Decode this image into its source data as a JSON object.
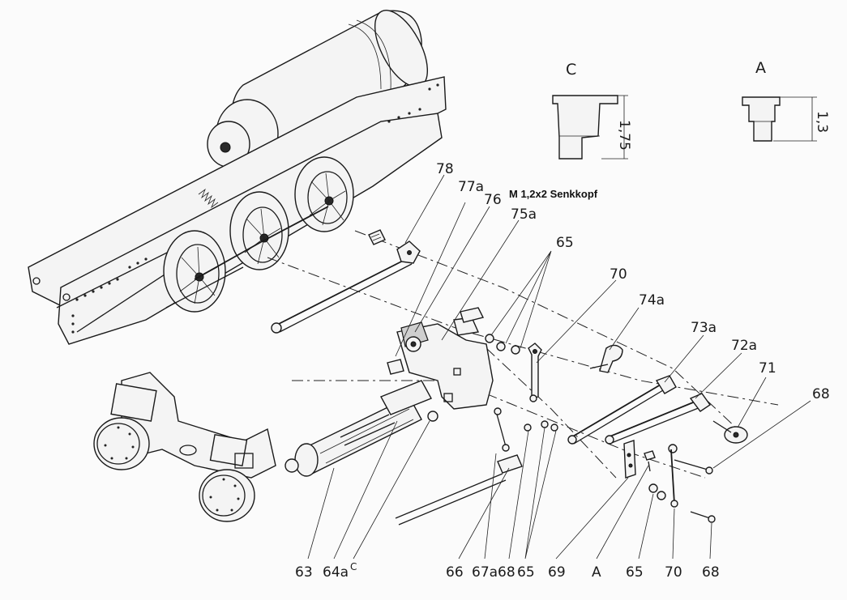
{
  "note": "M 1,2x2 Senkkopf",
  "details": [
    {
      "letter": "C",
      "dimension": "1,75"
    },
    {
      "letter": "A",
      "dimension": "1,3"
    }
  ],
  "part_labels": {
    "p78": "78",
    "p77a": "77a",
    "p76": "76",
    "p75a": "75a",
    "p65_top": "65",
    "p70_top": "70",
    "p74a": "74a",
    "p73a": "73a",
    "p72a": "72a",
    "p71": "71",
    "p68_right": "68",
    "p63": "63",
    "p64a": "64a",
    "p_c": "C",
    "p66": "66",
    "p67a": "67a",
    "p68_bottom": "68",
    "p65_bottom_left": "65",
    "p69": "69",
    "p_a": "A",
    "p65_bottom_right": "65",
    "p70_bottom": "70",
    "p68_bottom_right": "68"
  }
}
